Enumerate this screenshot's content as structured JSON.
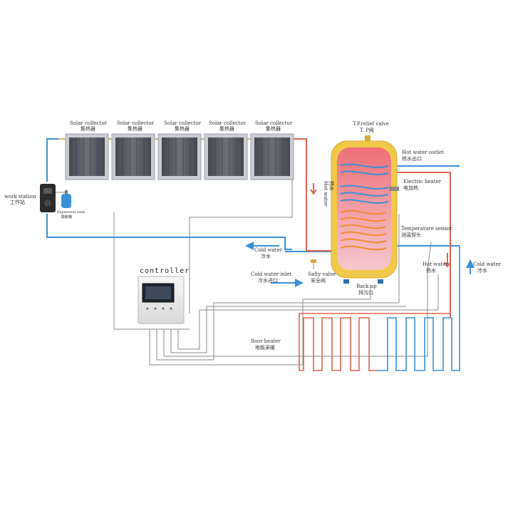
{
  "labels": {
    "collector_1": "Solar collector",
    "collector_1_cn": "集热器",
    "collector_2": "Solar collector",
    "collector_2_cn": "集热器",
    "collector_3": "Solar collector",
    "collector_3_cn": "集热器",
    "collector_4": "Solar collector",
    "collector_4_cn": "集热器",
    "collector_5": "Solar collector",
    "collector_5_cn": "集热器",
    "work_station": "work station",
    "work_station_cn": "工作站",
    "expansion_tank": "Expansion tank",
    "expansion_tank_cn": "膨胀罐",
    "tp_valve": "T.P.relief valve",
    "tp_valve_cn": "T. P阀",
    "hot_water_pipe": "Hot water",
    "hot_water_pipe_cn": "热水",
    "hot_water_outlet": "Hot water outlet",
    "hot_water_outlet_cn": "热水出口",
    "electric_heater": "Electric heater",
    "electric_heater_cn": "电加热",
    "temperature_sensor": "Temperature sensor",
    "temperature_sensor_cn": "测温探头",
    "cold_water_left": "Cold water",
    "cold_water_left_cn": "冷水",
    "cold_water_inlet": "Cold water inlet",
    "cold_water_inlet_cn": "冷水进口",
    "safety_valve": "Safty valve",
    "safety_valve_cn": "安全阀",
    "back_up": "Back up",
    "back_up_cn": "排污口",
    "hot_water_right": "Hot water",
    "hot_water_right_cn": "热水",
    "cold_water_right": "Cold water",
    "cold_water_right_cn": "冷水",
    "controller": "controller",
    "floor_heater": "floor heater",
    "floor_heater_cn": "地板采暖"
  },
  "colors": {
    "pipe_hot": "#e0634f",
    "pipe_cold": "#3a8fd8",
    "wire": "#8a8a8a",
    "tank_shell": "#f2c84b",
    "tank_inner": "#f19da8",
    "collector_frame": "#c9ccd2",
    "collector_panel": "#5a5e66"
  }
}
